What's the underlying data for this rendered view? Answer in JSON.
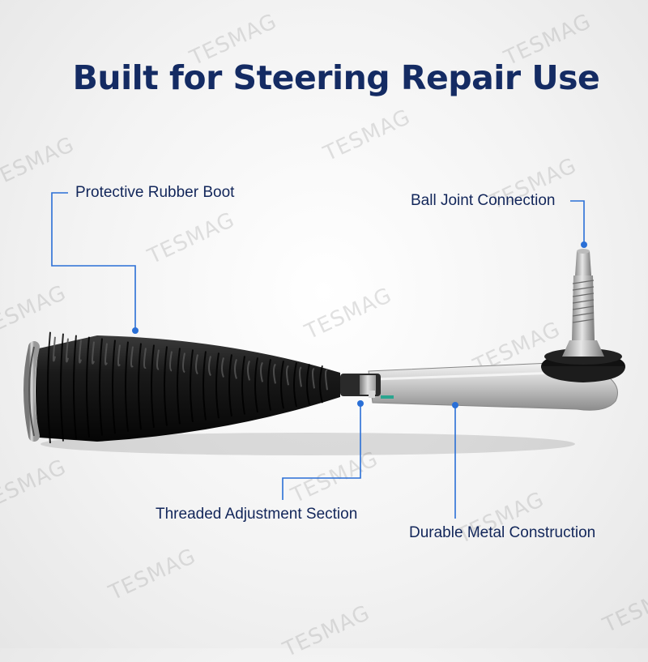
{
  "title": "Built for Steering Repair Use",
  "callouts": {
    "boot": "Protective Rubber Boot",
    "ball_joint": "Ball Joint Connection",
    "threaded": "Threaded Adjustment Section",
    "metal": "Durable Metal Construction"
  },
  "watermark": "TESMAG",
  "colors": {
    "title": "#142b63",
    "callout_line": "#2a6fd6",
    "label": "#12265a"
  }
}
